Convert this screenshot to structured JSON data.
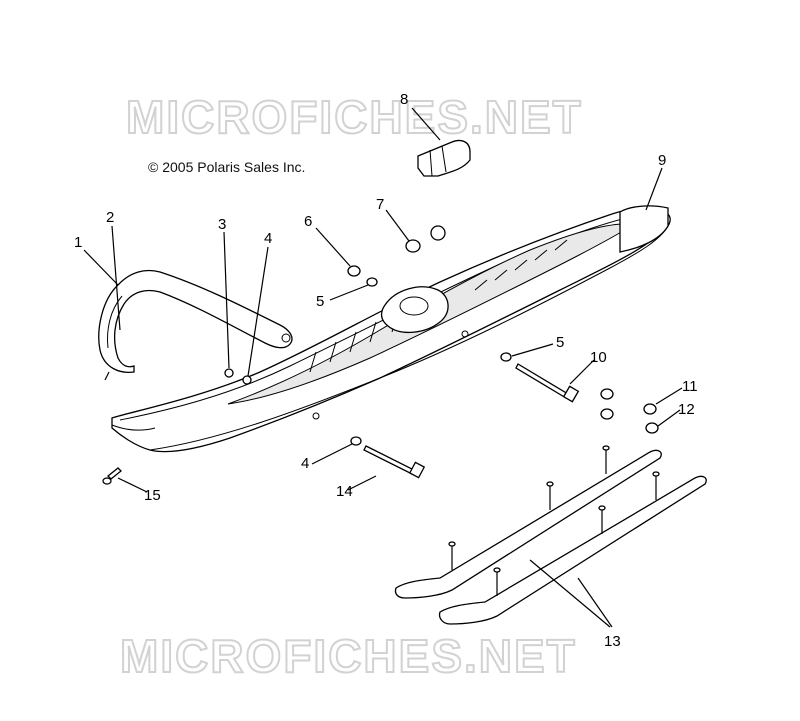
{
  "watermark": {
    "top_text": "MICROFICHES.NET",
    "bottom_text": "MICROFICHES.NET",
    "color": "#d2d2d2"
  },
  "copyright": "© 2005 Polaris Sales Inc.",
  "callouts": [
    {
      "id": "c1",
      "label": "1"
    },
    {
      "id": "c2",
      "label": "2"
    },
    {
      "id": "c3",
      "label": "3"
    },
    {
      "id": "c4a",
      "label": "4"
    },
    {
      "id": "c4b",
      "label": "4"
    },
    {
      "id": "c5a",
      "label": "5"
    },
    {
      "id": "c5b",
      "label": "5"
    },
    {
      "id": "c6",
      "label": "6"
    },
    {
      "id": "c7",
      "label": "7"
    },
    {
      "id": "c8",
      "label": "8"
    },
    {
      "id": "c9",
      "label": "9"
    },
    {
      "id": "c10",
      "label": "10"
    },
    {
      "id": "c11",
      "label": "11"
    },
    {
      "id": "c12",
      "label": "12"
    },
    {
      "id": "c13",
      "label": "13"
    },
    {
      "id": "c14",
      "label": "14"
    },
    {
      "id": "c15",
      "label": "15"
    }
  ]
}
